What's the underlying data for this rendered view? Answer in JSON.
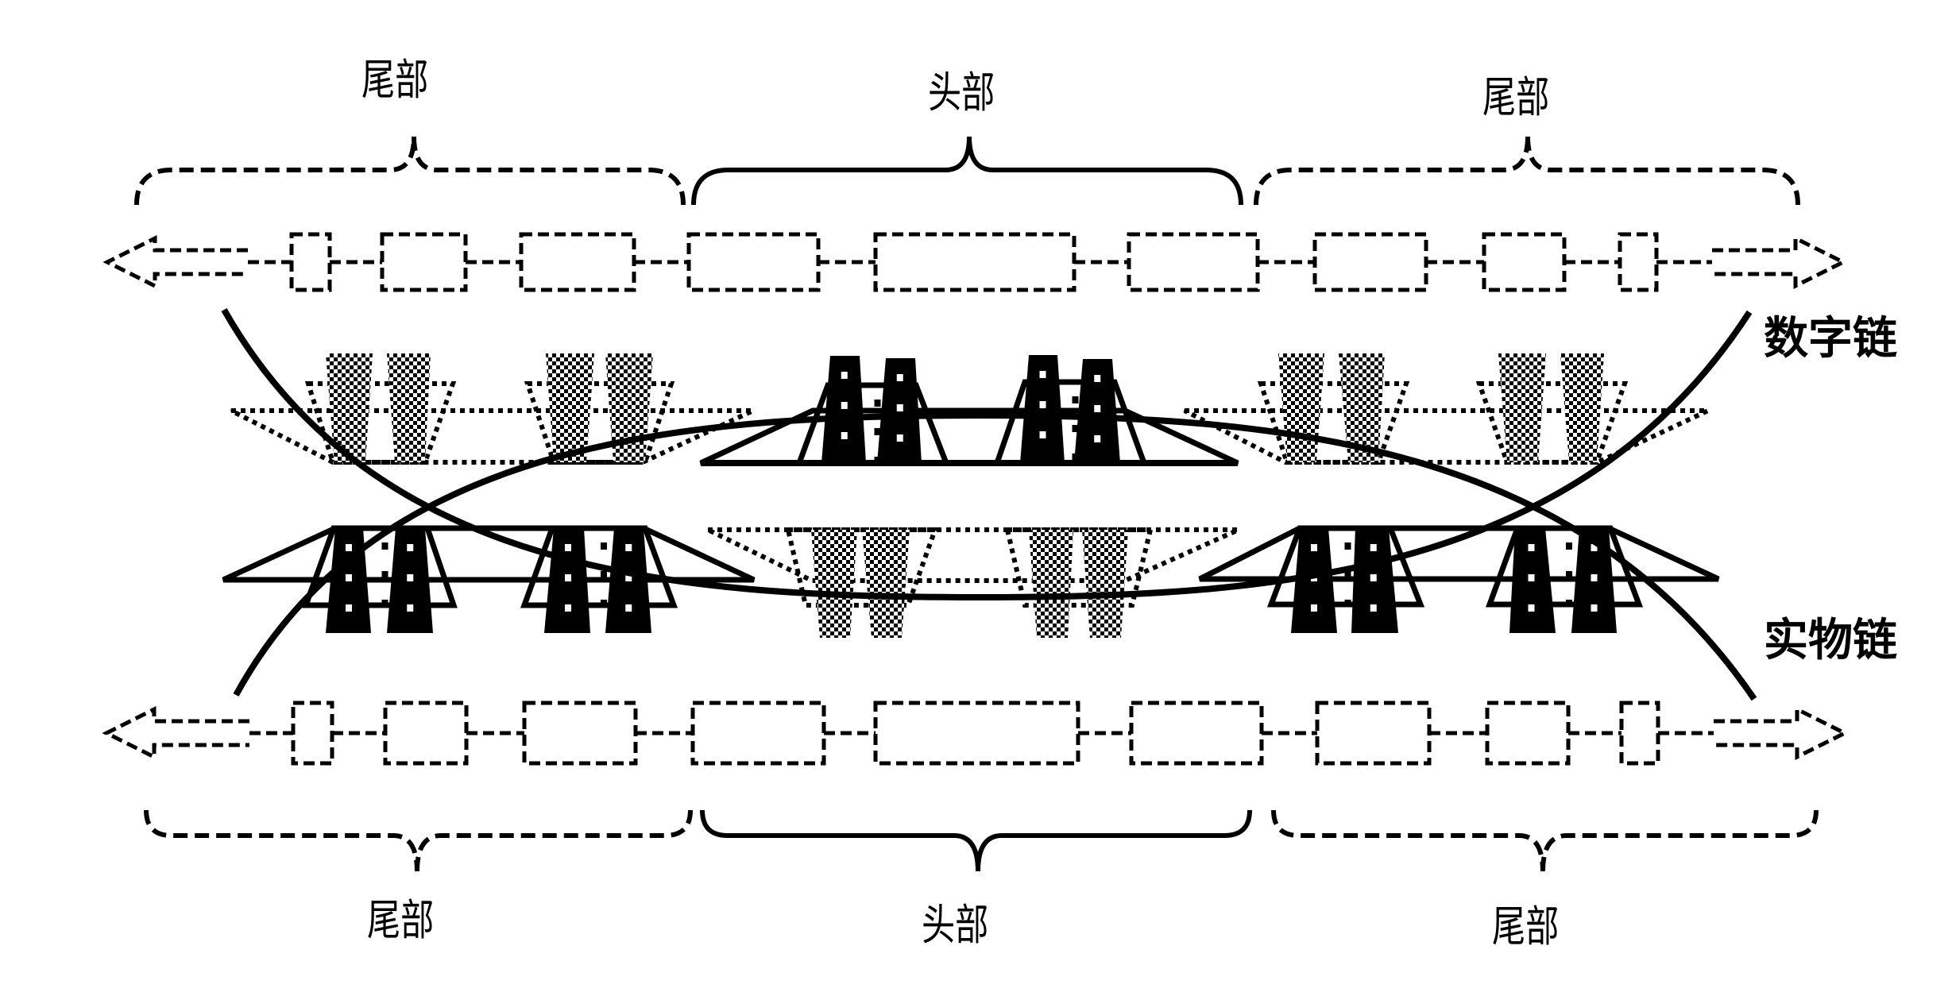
{
  "diagram": {
    "title": "",
    "colors": {
      "ink": "#000000",
      "background": "#ffffff"
    },
    "top_braces": [
      {
        "label": "尾部",
        "style": "dashed"
      },
      {
        "label": "头部",
        "style": "solid"
      },
      {
        "label": "尾部",
        "style": "dashed"
      }
    ],
    "bottom_braces": [
      {
        "label": "尾部",
        "style": "dashed"
      },
      {
        "label": "头部",
        "style": "solid"
      },
      {
        "label": "尾部",
        "style": "dashed"
      }
    ],
    "chains": {
      "digital": {
        "label": "数字链"
      },
      "physical": {
        "label": "实物链"
      }
    },
    "top_chain": {
      "links": 9,
      "style": "dashed",
      "ends": [
        "left-arrow",
        "right-arrow"
      ]
    },
    "bottom_chain": {
      "links": 9,
      "style": "dashed",
      "ends": [
        "left-arrow",
        "right-arrow"
      ]
    },
    "structures": {
      "upper_row": [
        "dotted-checkered",
        "solid",
        "dotted-checkered"
      ],
      "lower_row": [
        "solid",
        "dotted-checkered",
        "solid"
      ]
    }
  }
}
